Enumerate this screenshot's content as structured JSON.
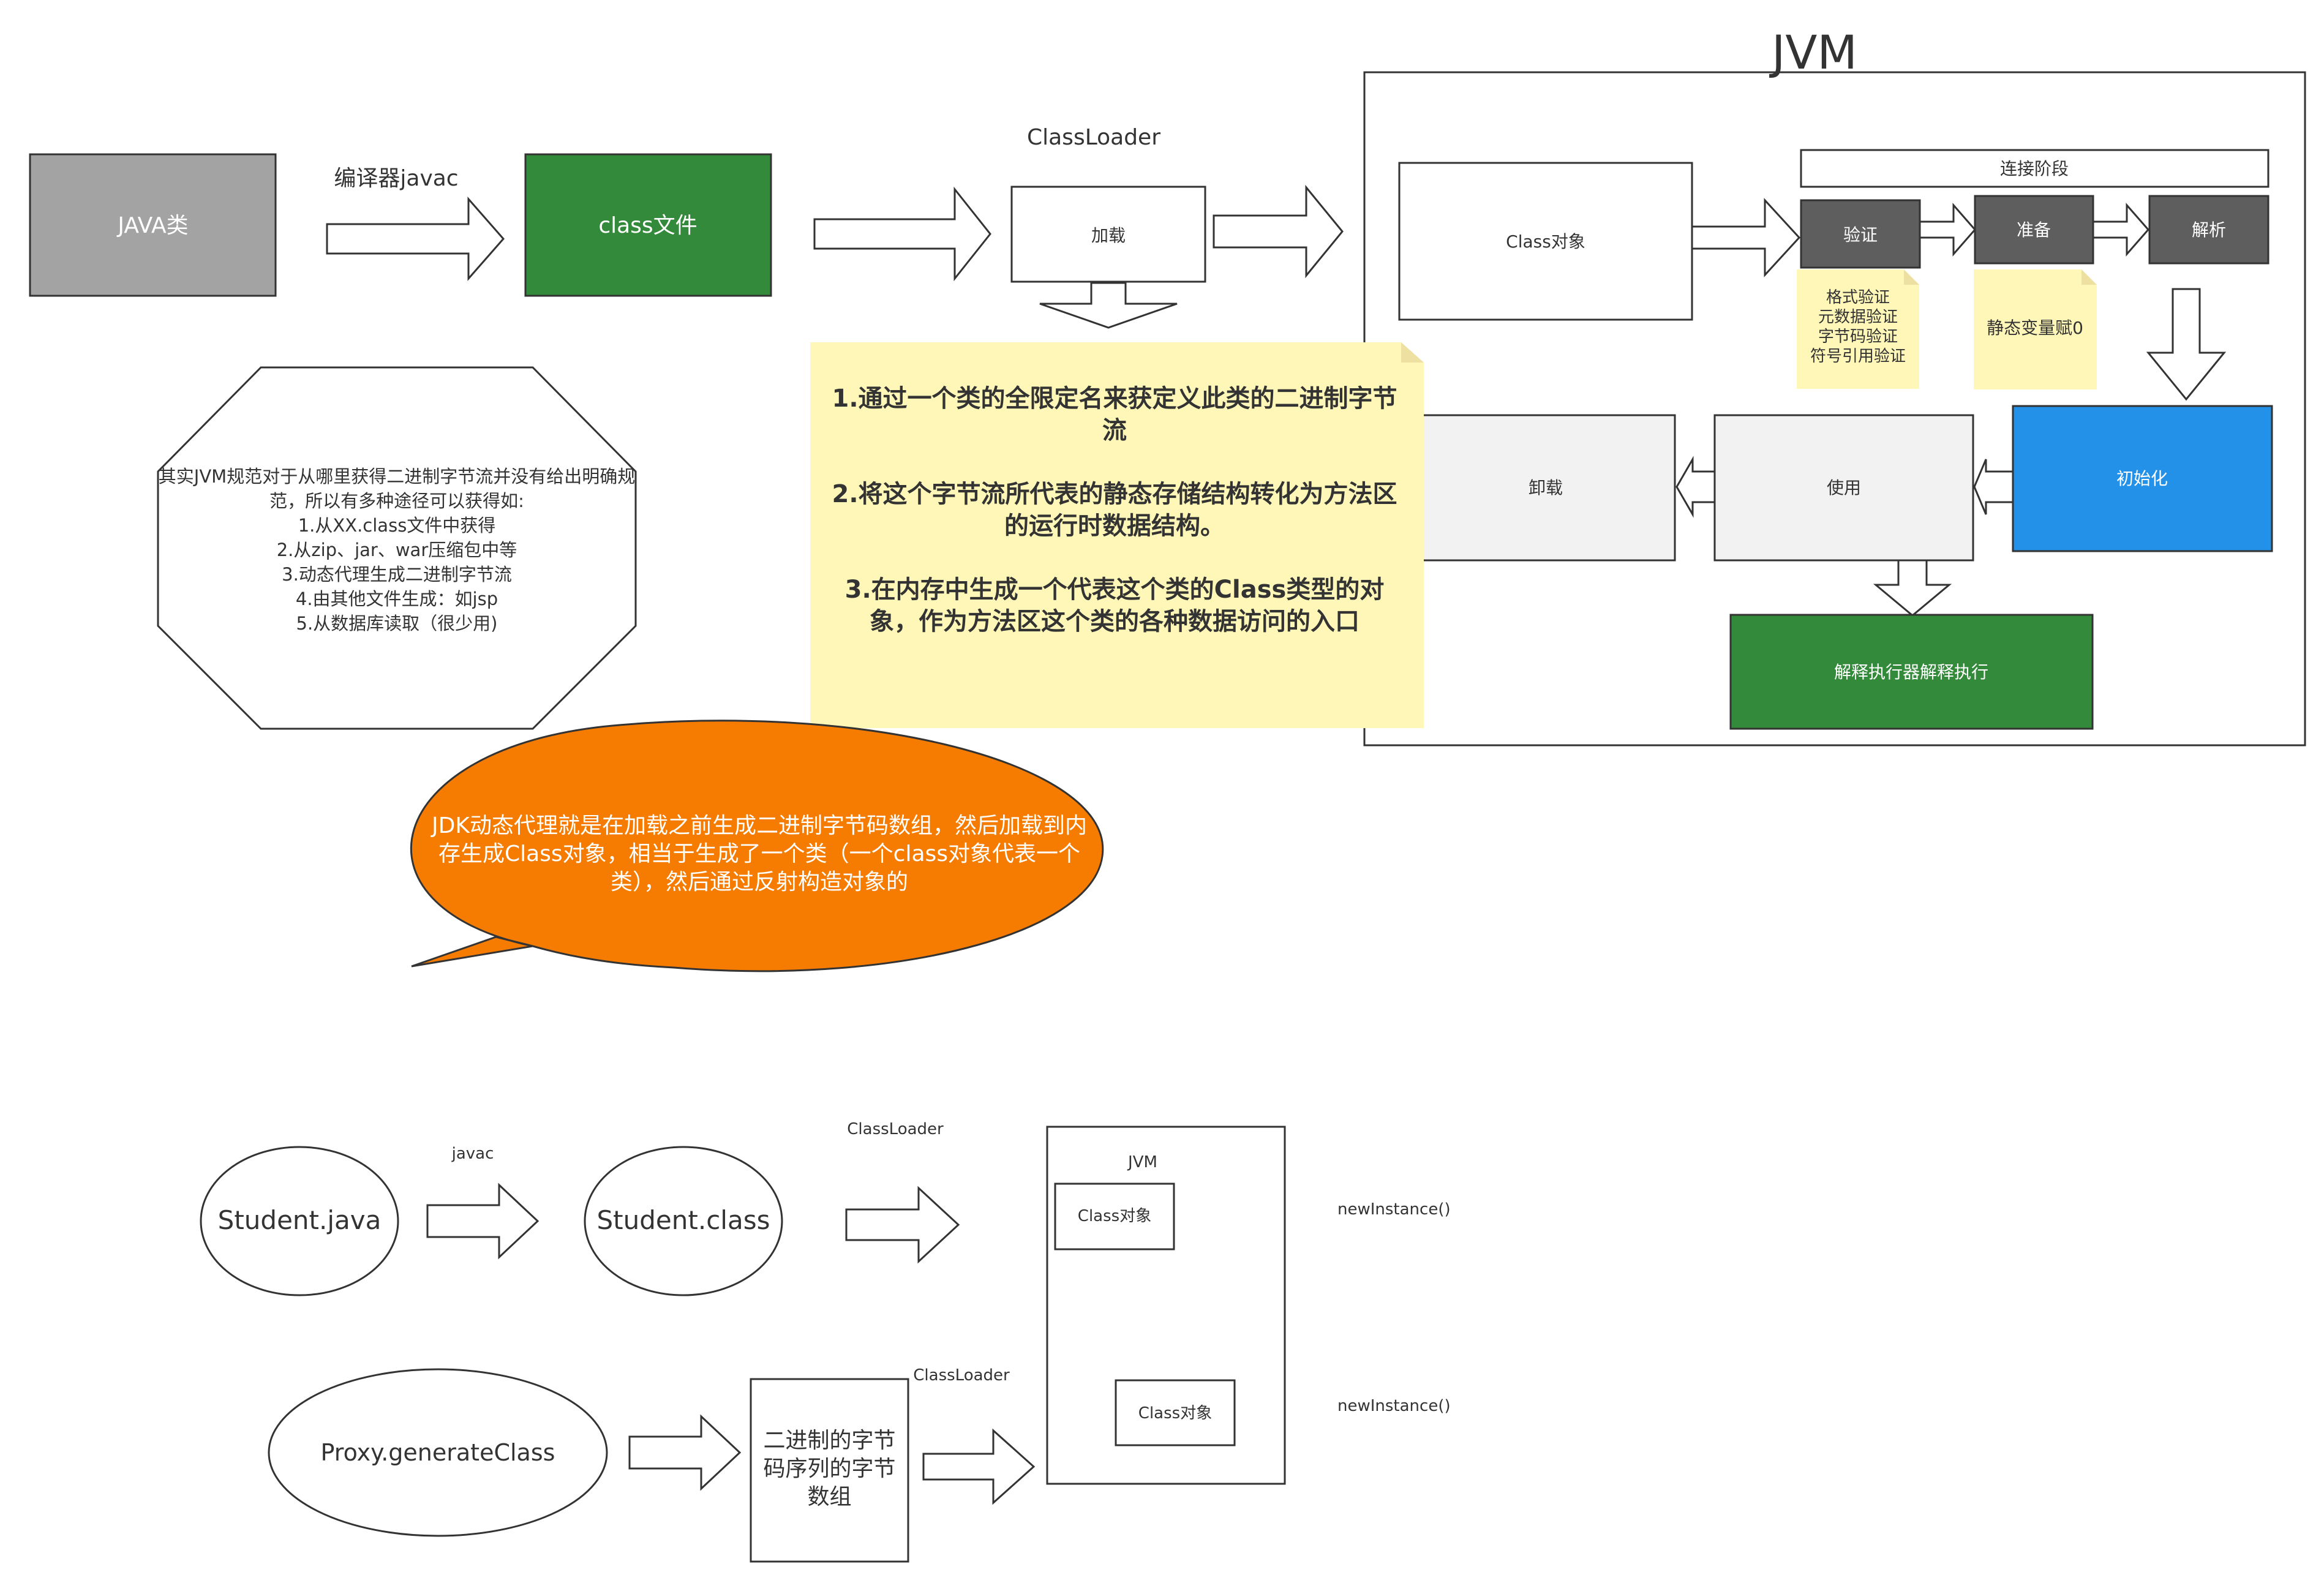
{
  "colors": {
    "gray_box": "#a3a3a3",
    "green": "#338a3a",
    "dark_step": "#5e5e5e",
    "blue": "#2391e8",
    "light_gray": "#f2f2f2",
    "note_yellow": "#fff7b8",
    "speech_orange": "#f57c00"
  },
  "top": {
    "java_class": "JAVA类",
    "compiler_label": "编译器javac",
    "class_file": "class文件",
    "classloader_label": "ClassLoader",
    "load_box": "加载",
    "jvm_title": "JVM",
    "class_object": "Class对象",
    "linking_stage": "连接阶段",
    "verify": "验证",
    "prepare": "准备",
    "resolve": "解析",
    "verify_note": "格式验证\n元数据验证\n字节码验证\n符号引用验证",
    "prepare_note": "静态变量赋0",
    "init": "初始化",
    "use": "使用",
    "unload": "卸载",
    "interpret": "解释执行器解释执行",
    "load_steps_note": "1.通过一个类的全限定名来获定义此类的二进制字节流\n\n2.将这个字节流所代表的静态存储结构转化为方法区的运行时数据结构。\n\n3.在内存中生成一个代表这个类的Class类型的对象，作为方法区这个类的各种数据访问的入口",
    "octagon_text": "其实JVM规范对于从哪里获得二进制字节流并没有给出明确规范，所以有多种途径可以获得如:\n1.从XX.class文件中获得\n2.从zip、jar、war压缩包中等\n3.动态代理生成二进制字节流\n4.由其他文件生成：如jsp\n5.从数据库读取（很少用)",
    "speech_text": "JDK动态代理就是在加载之前生成二进制字节码数组，然后加载到内存生成Class对象，相当于生成了一个类（一个class对象代表一个类），然后通过反射构造对象的"
  },
  "bottom": {
    "student_java": "Student.java",
    "javac_label": "javac",
    "student_class": "Student.class",
    "classloader_label_1": "ClassLoader",
    "jvm_label": "JVM",
    "class_object_1": "Class对象",
    "class_object_2": "Class对象",
    "new_instance_1": "newInstance()",
    "new_instance_2": "newInstance()",
    "proxy_generate": "Proxy.generateClass",
    "byte_array": "二进制的字节码序列的字节数组",
    "classloader_label_2": "ClassLoader"
  }
}
